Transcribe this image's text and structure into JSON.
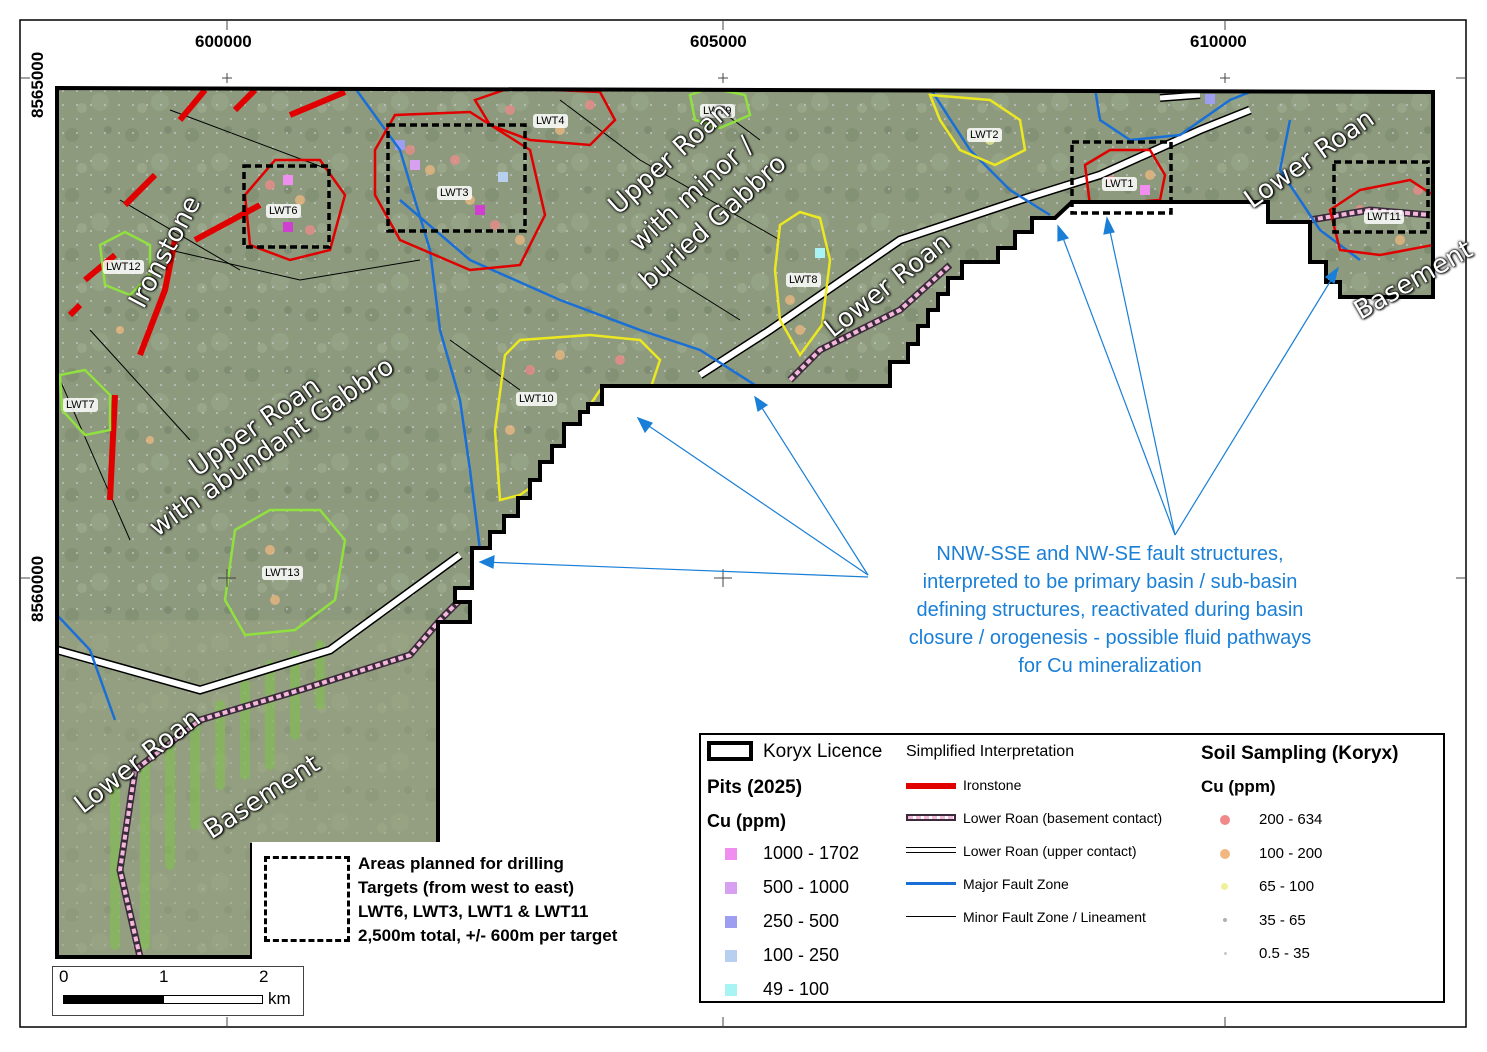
{
  "coordinates": {
    "x_labels": [
      "600000",
      "605000",
      "610000"
    ],
    "y_labels": [
      "8565000",
      "8560000"
    ]
  },
  "targets": [
    "LWT6",
    "LWT3",
    "LWT4",
    "LWT9",
    "LWT2",
    "LWT1",
    "LWT11",
    "LWT8",
    "LWT12",
    "LWT10",
    "LWT7",
    "LWT13"
  ],
  "geology_labels": {
    "ironstone": "Ironstone",
    "upper_roan_minor_1": "Upper Roan",
    "upper_roan_minor_2": "with minor /",
    "upper_roan_minor_3": "buried Gabbro",
    "lower_roan_center": "Lower Roan",
    "lower_roan_east": "Lower Roan",
    "basement_east": "Basement",
    "upper_roan_abundant_1": "Upper Roan",
    "upper_roan_abundant_2": "with abundant Gabbro",
    "lower_roan_sw": "Lower Roan",
    "basement_sw": "Basement"
  },
  "annotation": {
    "lines": [
      "NNW-SSE and NW-SE fault structures,",
      "interpreted to be primary basin / sub-basin",
      "defining structures, reactivated during basin",
      "closure / orogenesis - possible fluid pathways",
      "for Cu mineralization"
    ],
    "color": "#1a7fd6"
  },
  "drilling_note": {
    "lines": [
      "Areas planned for drilling",
      "Targets (from west to east)",
      "LWT6, LWT3, LWT1 & LWT11",
      "2,500m total, +/- 600m per target"
    ]
  },
  "legend": {
    "licence": "Koryx Licence",
    "interpretation_title": "Simplified Interpretation",
    "interpretation_items": [
      {
        "label": "Ironstone",
        "color": "#e00000"
      },
      {
        "label": "Lower Roan (basement contact)",
        "color": "#f4b8dc"
      },
      {
        "label": "Lower Roan (upper contact)",
        "color": "#000000"
      },
      {
        "label": "Major Fault Zone",
        "color": "#1a6fd6"
      },
      {
        "label": "Minor Fault Zone / Lineament",
        "color": "#000000"
      }
    ],
    "pits_title": "Pits (2025)",
    "pits_unit": "Cu (ppm)",
    "pits_classes": [
      {
        "label": "1000 - 1702",
        "color": "#f08ef0"
      },
      {
        "label": "500 - 1000",
        "color": "#d8a0f0"
      },
      {
        "label": "250 - 500",
        "color": "#9e9ef0"
      },
      {
        "label": "100 - 250",
        "color": "#b8d0f0"
      },
      {
        "label": "49 - 100",
        "color": "#a8f4f4"
      }
    ],
    "soil_title": "Soil Sampling (Koryx)",
    "soil_unit": "Cu (ppm)",
    "soil_classes": [
      {
        "label": "200 - 634",
        "color": "#f08a8a"
      },
      {
        "label": "100 - 200",
        "color": "#f0b880"
      },
      {
        "label": "65 - 100",
        "color": "#f0f098"
      },
      {
        "label": "35 - 65",
        "color": "#b0b0b0"
      },
      {
        "label": "0.5 - 35",
        "color": "#c8c8c8"
      }
    ]
  },
  "scale_bar": {
    "ticks": [
      "0",
      "1",
      "2"
    ],
    "unit": "km"
  }
}
